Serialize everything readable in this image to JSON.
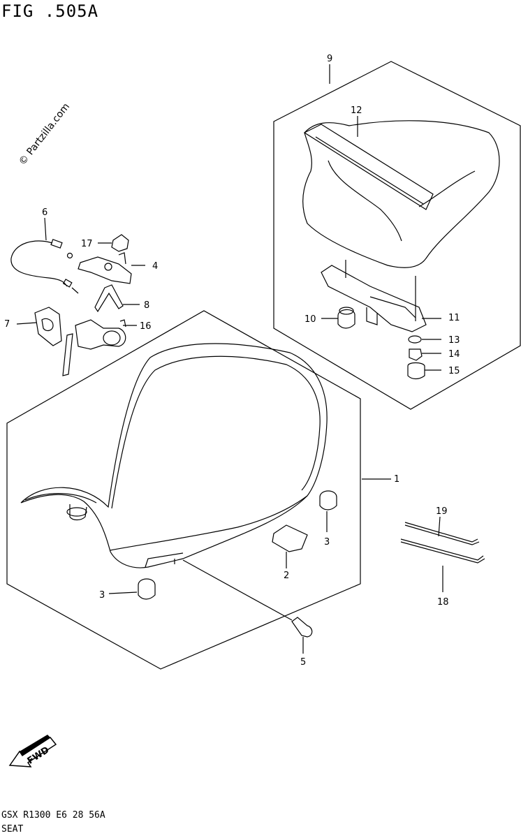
{
  "figure_title": "FIG .505A",
  "watermark": "© Partzilla.com",
  "footer": {
    "model_code": "GSX R1300 E6 28 56A",
    "section_name": "SEAT"
  },
  "fwd_label": "FWD",
  "callouts": {
    "c1": "1",
    "c2": "2",
    "c3a": "3",
    "c3b": "3",
    "c4": "4",
    "c5": "5",
    "c6": "6",
    "c7": "7",
    "c8": "8",
    "c9": "9",
    "c10": "10",
    "c11": "11",
    "c12": "12",
    "c13": "13",
    "c14": "14",
    "c15": "15",
    "c16": "16",
    "c17": "17",
    "c18": "18",
    "c19": "19"
  }
}
